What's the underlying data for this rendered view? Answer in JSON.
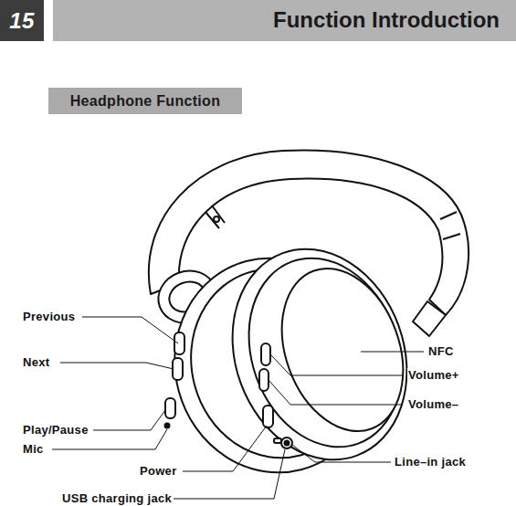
{
  "diagram": {
    "title": "Function Introduction",
    "nodes": [
      {
        "text": [
          "15"
        ]
      },
      {
        "text": [
          "Headphone Function"
        ]
      }
    ],
    "labels": [
      "Previous",
      "Next",
      "Play/Pause",
      "Mic",
      "Power",
      "USB charging jack",
      "NFC",
      "Volume+",
      "Volume–",
      "Line–in jack"
    ]
  }
}
